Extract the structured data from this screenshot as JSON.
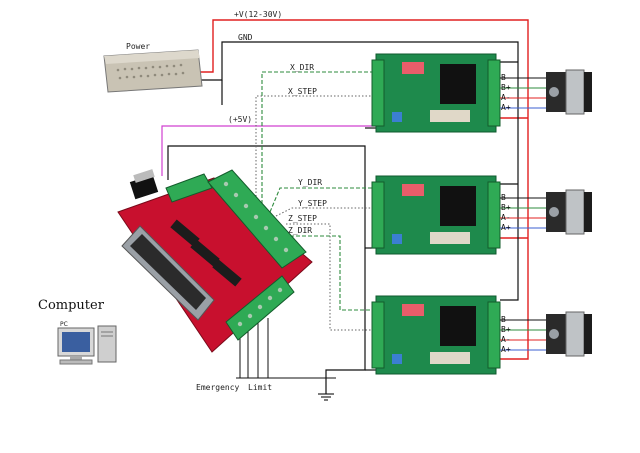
{
  "labels": {
    "voltage": "+V(12-30V)",
    "gnd": "GND",
    "power": "Power",
    "five_v": "(+5V)",
    "x_dir": "X_DIR",
    "x_step": "X_STEP",
    "y_dir": "Y_DIR",
    "y_step": "Y_STEP",
    "z_step": "Z_STEP",
    "z_dir": "Z_DIR",
    "computer": "Computer",
    "pc": "PC",
    "emergency": "Emergency",
    "limit": "Limit"
  },
  "motor_pins": [
    "B-",
    "B+",
    "A-",
    "A+"
  ],
  "colors": {
    "power_line": "#e02020",
    "gnd_line": "#111111",
    "five_v_line": "#d040d0",
    "dir_line": "#2e8b3e",
    "step_line": "#555555",
    "board_red": "#c8102e",
    "driver_green": "#1e8a4c",
    "terminal_green": "#2faa55"
  }
}
